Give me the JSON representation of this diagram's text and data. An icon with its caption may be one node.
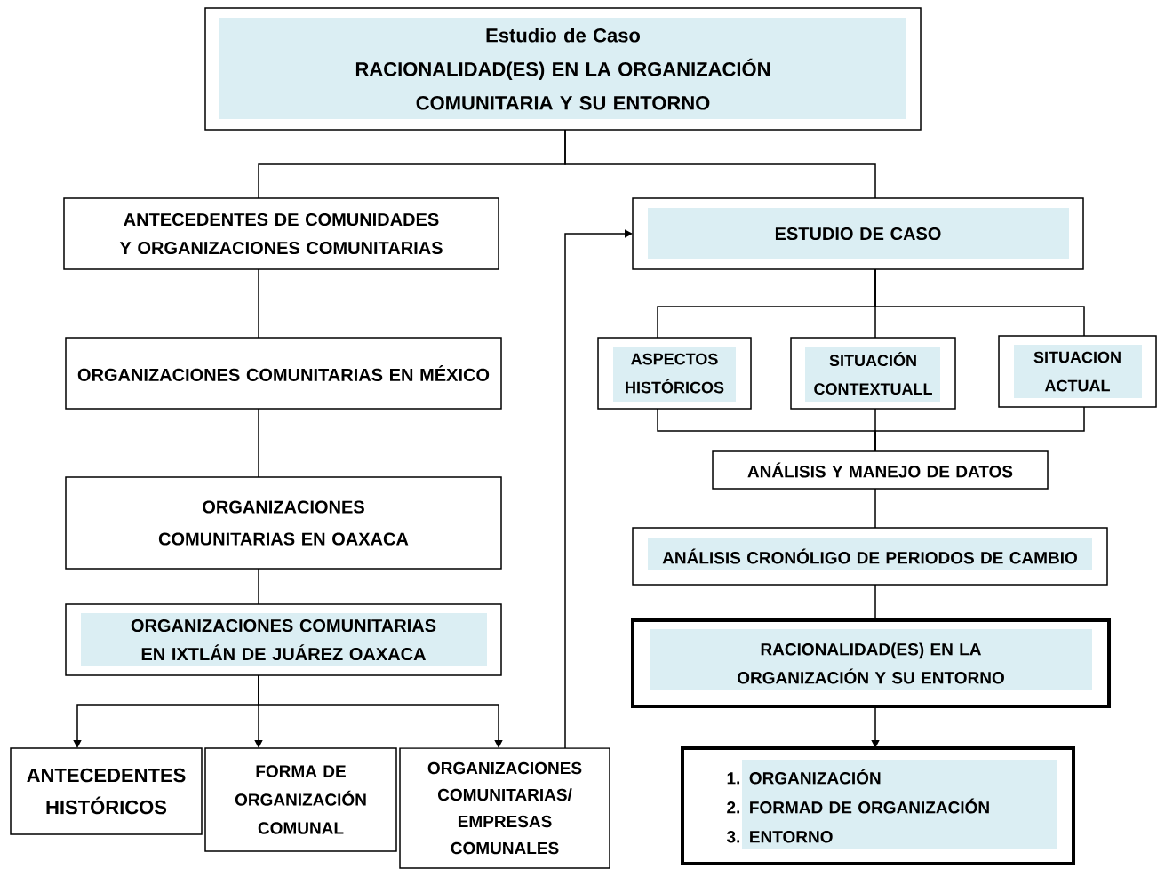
{
  "diagram": {
    "nodes": [
      {
        "text": [
          "Estudio de Caso",
          "RACIONALIDAD(ES) EN LA ORGANIZACIÓN COMUNITARIA Y SU ENTORNO"
        ]
      },
      {
        "text": [
          "ANTECEDENTES DE COMUNIDADES Y ORGANIZACIONES COMUNITARIAS"
        ]
      },
      {
        "text": [
          "ESTUDIO DE CASO"
        ]
      },
      {
        "text": [
          "ORGANIZACIONES COMUNITARIAS EN MÉXICO"
        ]
      },
      {
        "text": [
          "ASPECTOS HISTÓRICOS"
        ]
      },
      {
        "text": [
          "SITUACIÓN CONTEXTUALL"
        ]
      },
      {
        "text": [
          "SITUACION ACTUAL"
        ]
      },
      {
        "text": [
          "ANÁLISIS Y MANEJO DE DATOS"
        ]
      },
      {
        "text": [
          "ORGANIZACIONES COMUNITARIAS EN OAXACA"
        ]
      },
      {
        "text": [
          "ANÁLISIS CRONÓLIGO DE PERIODOS DE CAMBIO"
        ]
      },
      {
        "text": [
          "ORGANIZACIONES COMUNITARIAS EN IXTLÁN DE JUÁREZ OAXACA"
        ]
      },
      {
        "text": [
          "RACIONALIDAD(ES) EN LA ORGANIZACIÓN Y SU ENTORNO"
        ]
      },
      {
        "text": [
          "ANTECEDENTES HISTÓRICOS"
        ]
      },
      {
        "text": [
          "FORMA DE ORGANIZACIÓN COMUNAL"
        ]
      },
      {
        "text": [
          "ORGANIZACIONES COMUNITARIAS/ EMPRESAS COMUNALES"
        ]
      },
      {
        "text": [
          "1. ORGANIZACIÓN",
          "2. FORMAD DE ORGANIZACIÓN",
          "3. ENTORNO"
        ]
      }
    ],
    "edges": [
      {
        "from": 0,
        "to": 1,
        "arrow": "none"
      },
      {
        "from": 0,
        "to": 2,
        "arrow": "none"
      },
      {
        "from": 1,
        "to": 3,
        "arrow": "none"
      },
      {
        "from": 3,
        "to": 8,
        "arrow": "none"
      },
      {
        "from": 8,
        "to": 10,
        "arrow": "none"
      },
      {
        "from": 10,
        "to": 12,
        "arrow": "to"
      },
      {
        "from": 10,
        "to": 13,
        "arrow": "to"
      },
      {
        "from": 10,
        "to": 14,
        "arrow": "to"
      },
      {
        "from": 14,
        "to": 2,
        "arrow": "to"
      },
      {
        "from": 2,
        "to": 4,
        "arrow": "none"
      },
      {
        "from": 2,
        "to": 5,
        "arrow": "none"
      },
      {
        "from": 2,
        "to": 6,
        "arrow": "none"
      },
      {
        "from": 4,
        "to": 7,
        "arrow": "none"
      },
      {
        "from": 5,
        "to": 7,
        "arrow": "none"
      },
      {
        "from": 6,
        "to": 7,
        "arrow": "none"
      },
      {
        "from": 7,
        "to": 9,
        "arrow": "none"
      },
      {
        "from": 9,
        "to": 11,
        "arrow": "none"
      },
      {
        "from": 11,
        "to": 15,
        "arrow": "to"
      }
    ]
  }
}
